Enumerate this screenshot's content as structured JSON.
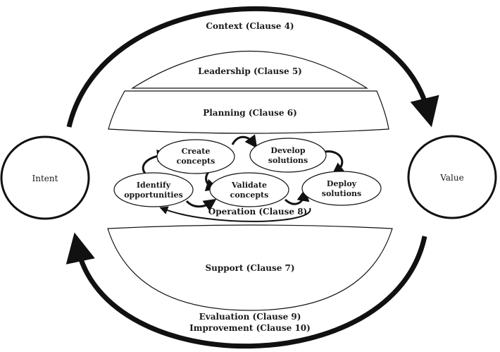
{
  "outer_labels": {
    "context": "Context (Clause 4)",
    "evaluation": "Evaluation (Clause 9)",
    "improvement": "Improvement (Clause 10)"
  },
  "bands": {
    "leadership": "Leadership (Clause 5)",
    "planning": "Planning (Clause 6)",
    "support": "Support (Clause 7)",
    "operation": "Operation (Clause 8)"
  },
  "endpoints": {
    "intent": "Intent",
    "value": "Value"
  },
  "process_steps": {
    "create": [
      "Create",
      "concepts"
    ],
    "develop": [
      "Develop",
      "solutions"
    ],
    "identify": [
      "Identify",
      "opportunities"
    ],
    "validate": [
      "Validate",
      "concepts"
    ],
    "deploy": [
      "Deploy",
      "solutions"
    ]
  },
  "colors": {
    "stroke": "#111111",
    "fill": "#ffffff"
  }
}
